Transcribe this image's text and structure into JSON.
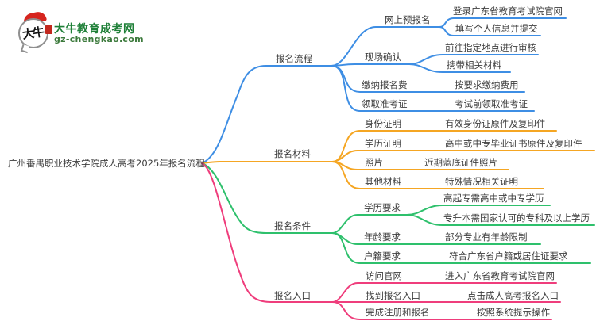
{
  "site": {
    "logo_badge": "大牛",
    "logo_title": "大牛教育成考网",
    "logo_domain": "gz-chengkao.com",
    "brand_green": "#1f8038",
    "brand_red": "#d6251e"
  },
  "mindmap": {
    "root": "广州番禺职业技术学院成人高考2025年报名流程",
    "text_color": "#3d3d3d",
    "branches": [
      {
        "label": "报名流程",
        "color": "#3e8ee4",
        "children": [
          {
            "label": "网上预报名",
            "children": [
              "登录广东省教育考试院官网",
              "填写个人信息并提交"
            ]
          },
          {
            "label": "现场确认",
            "children": [
              "前往指定地点进行审核",
              "携带相关材料"
            ]
          },
          {
            "label": "缴纳报名费",
            "children": [
              "按要求缴纳费用"
            ]
          },
          {
            "label": "领取准考证",
            "children": [
              "考试前领取准考证"
            ]
          }
        ]
      },
      {
        "label": "报名材料",
        "color": "#f5a623",
        "children": [
          {
            "label": "身份证明",
            "children": [
              "有效身份证原件及复印件"
            ]
          },
          {
            "label": "学历证明",
            "children": [
              "高中或中专毕业证书原件及复印件"
            ]
          },
          {
            "label": "照片",
            "children": [
              "近期蓝底证件照片"
            ]
          },
          {
            "label": "其他材料",
            "children": [
              "特殊情况相关证明"
            ]
          }
        ]
      },
      {
        "label": "报名条件",
        "color": "#2ec06c",
        "children": [
          {
            "label": "学历要求",
            "children": [
              "高起专需高中或中专学历",
              "专升本需国家认可的专科及以上学历"
            ]
          },
          {
            "label": "年龄要求",
            "children": [
              "部分专业有年龄限制"
            ]
          },
          {
            "label": "户籍要求",
            "children": [
              "符合广东省户籍或居住证要求"
            ]
          }
        ]
      },
      {
        "label": "报名入口",
        "color": "#ef3d7c",
        "children": [
          {
            "label": "访问官网",
            "children": [
              "进入广东省教育考试院官网"
            ]
          },
          {
            "label": "找到报名入口",
            "children": [
              "点击成人高考报名入口"
            ]
          },
          {
            "label": "完成注册和报名",
            "children": [
              "按照系统提示操作"
            ]
          }
        ]
      }
    ]
  }
}
